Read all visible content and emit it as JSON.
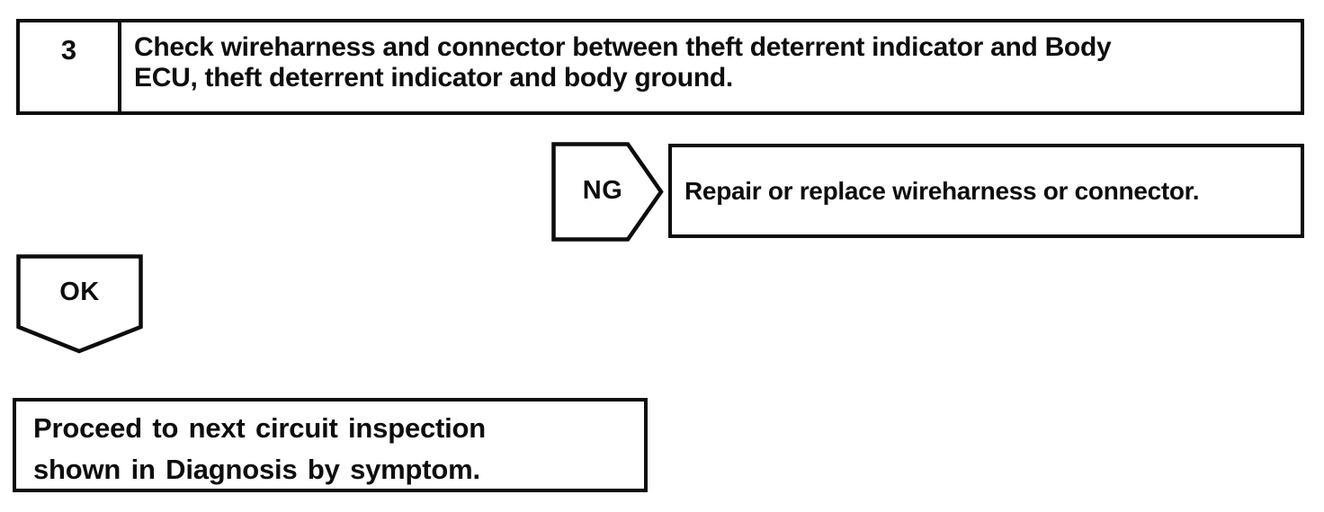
{
  "document": {
    "kind": "diagnostic flowchart",
    "background_color": "#ffffff",
    "ink_color": "#0d0d0d"
  },
  "step_box": {
    "step_number": "3",
    "instruction_line1": "Check wireharness and connector between theft deterrent indicator and Body",
    "instruction_line2": "ECU, theft deterrent indicator and body ground."
  },
  "ng_branch": {
    "connector_label": "NG",
    "action": "Repair or replace wireharness or connector."
  },
  "ok_branch": {
    "connector_label": "OK",
    "action_line1": "Proceed to next circuit inspection",
    "action_line2": "shown in Diagnosis by symptom."
  }
}
